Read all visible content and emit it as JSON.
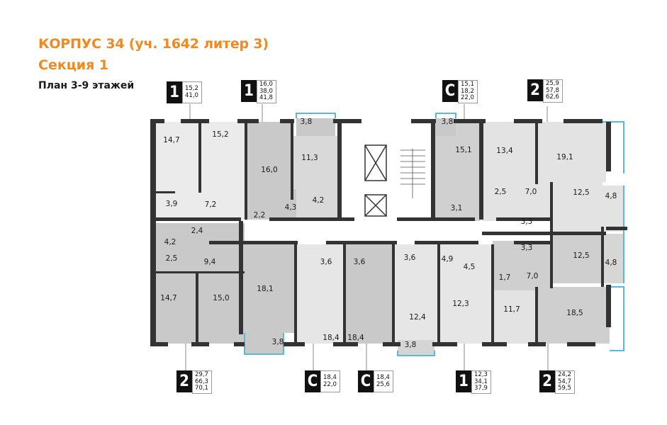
{
  "header": {
    "title": "КОРПУС 34 (уч. 1642 литер 3)",
    "section": "Секция 1",
    "plan": "План 3-9 этажей"
  },
  "colors": {
    "accent": "#ef8a22",
    "wall": "#333333",
    "room_dark": "#c8c8c8",
    "room_mid": "#d9d9d9",
    "room_light": "#ebebeb",
    "balcony_glass": "#5bb8d6"
  },
  "apartment_tags": [
    {
      "type": "1",
      "areas": [
        "15,2",
        "41,0"
      ],
      "position": "top"
    },
    {
      "type": "1",
      "areas": [
        "16,0",
        "38,0",
        "41,8"
      ],
      "position": "top"
    },
    {
      "type": "С",
      "areas": [
        "15,1",
        "18,2",
        "22,0"
      ],
      "position": "top"
    },
    {
      "type": "2",
      "areas": [
        "25,9",
        "57,8",
        "62,6"
      ],
      "position": "top"
    },
    {
      "type": "2",
      "areas": [
        "29,7",
        "66,3",
        "70,1"
      ],
      "position": "bottom"
    },
    {
      "type": "С",
      "areas": [
        "18,4",
        "22,0"
      ],
      "position": "bottom"
    },
    {
      "type": "С",
      "areas": [
        "18,4",
        "25,6"
      ],
      "position": "bottom"
    },
    {
      "type": "1",
      "areas": [
        "12,3",
        "34,1",
        "37,9"
      ],
      "position": "bottom"
    },
    {
      "type": "2",
      "areas": [
        "24,2",
        "54,7",
        "59,5"
      ],
      "position": "bottom"
    }
  ],
  "rooms": {
    "r1": "14,7",
    "r2": "15,2",
    "r3": "16,0",
    "r4": "3,8",
    "r5": "11,3",
    "r6": "3,9",
    "r7": "7,2",
    "r8": "2,2",
    "r9": "4,3",
    "r10": "4,2",
    "r11": "3,8",
    "r12": "15,1",
    "r13": "3,1",
    "r14": "13,4",
    "r15": "19,1",
    "r16": "2,5",
    "r17": "7,0",
    "r18": "12,5",
    "r19": "4,8",
    "r20": "3,3",
    "r21": "3,3",
    "r22": "12,5",
    "r23": "4,8",
    "r24": "7,0",
    "r25": "1,7",
    "r26": "2,4",
    "r27": "4,2",
    "r28": "2,5",
    "r29": "9,4",
    "r30": "14,7",
    "r31": "15,0",
    "r32": "18,1",
    "r33": "3,8",
    "r34": "3,6",
    "r35": "3,6",
    "r36": "18,4",
    "r37": "18,4",
    "r38": "3,6",
    "r39": "12,4",
    "r40": "3,8",
    "r41": "4,9",
    "r42": "4,5",
    "r43": "12,3",
    "r44": "11,7",
    "r45": "18,5"
  }
}
